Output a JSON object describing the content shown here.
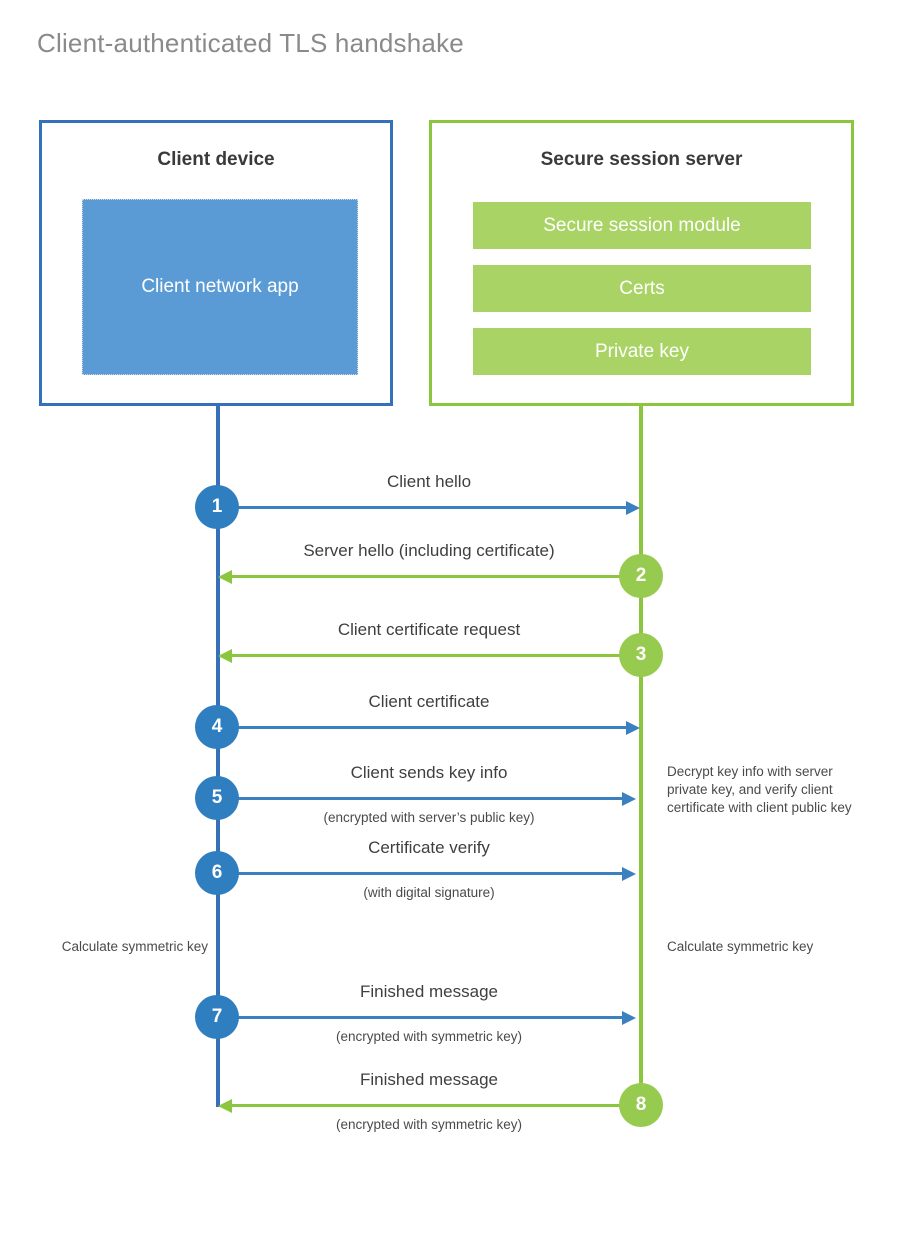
{
  "diagram": {
    "title": "Client-authenticated TLS handshake",
    "colors": {
      "client_blue": "#3570b8",
      "client_app_fill": "#5b9bd5",
      "server_green": "#8cc63e",
      "server_bar_fill": "#a9d465",
      "badge_blue": "#2f7ec0",
      "badge_green": "#97cb4f",
      "title_gray": "#8a8a8a",
      "label_gray": "#3f3f3f"
    },
    "parties": {
      "client": {
        "title": "Client device",
        "component": "Client network app"
      },
      "server": {
        "title": "Secure session server",
        "components": [
          "Secure session module",
          "Certs",
          "Private key"
        ]
      }
    },
    "steps": [
      {
        "number": "1",
        "label": "Client hello",
        "sub": "",
        "direction": "client-to-server",
        "color": "blue"
      },
      {
        "number": "2",
        "label": "Server hello (including certificate)",
        "sub": "",
        "direction": "server-to-client",
        "color": "green"
      },
      {
        "number": "3",
        "label": "Client certificate request",
        "sub": "",
        "direction": "server-to-client",
        "color": "green"
      },
      {
        "number": "4",
        "label": "Client certificate",
        "sub": "",
        "direction": "client-to-server",
        "color": "blue"
      },
      {
        "number": "5",
        "label": "Client sends key info",
        "sub": "(encrypted with server’s public key)",
        "direction": "client-to-server",
        "color": "blue"
      },
      {
        "number": "6",
        "label": "Certificate verify",
        "sub": "(with digital signature)",
        "direction": "client-to-server",
        "color": "blue"
      },
      {
        "number": "7",
        "label": "Finished message",
        "sub": "(encrypted with symmetric key)",
        "direction": "client-to-server",
        "color": "blue"
      },
      {
        "number": "8",
        "label": "Finished message",
        "sub": "(encrypted with symmetric key)",
        "direction": "server-to-client",
        "color": "green"
      }
    ],
    "notes": {
      "server_decrypt": "Decrypt key info with server private key, and verify client certificate with client public key",
      "client_calculate": "Calculate symmetric key",
      "server_calculate": "Calculate symmetric key"
    }
  }
}
